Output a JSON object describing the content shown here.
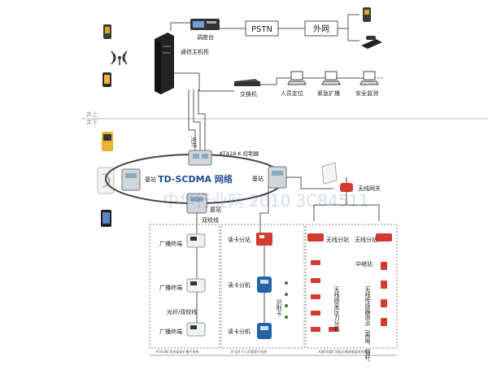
{
  "labels": {
    "dispatch_console": "调度台",
    "pstn": "PSTN",
    "external_net": "外网",
    "comm_cabinet": "通信主机柜",
    "switch": "交换机",
    "personnel_positioning": "人员定位",
    "emergency_broadcast": "紧急扩播",
    "safety_monitoring": "安全监测",
    "aboveground": "井上",
    "underground": "井下",
    "fiber": "光纤",
    "controller": "KT418-K 控制器",
    "network": "TD-SCDMA 网络",
    "base_station_left": "基站",
    "base_station_right": "基站",
    "base_station_bottom": "基站",
    "twisted_pair": "双绞线",
    "wireless_gateway": "无线网关",
    "broadcast_terminal_1": "广播终端",
    "broadcast_terminal_2": "广播终端",
    "broadcast_terminal_3": "广播终端",
    "fiber_twisted": "光纤/双绞线",
    "card_reader_substation": "读卡分站",
    "card_reader_1": "读卡分机",
    "card_reader_2": "读卡分机",
    "identification_card": "识别卡",
    "wireless_sub_1": "无线分站",
    "wireless_sub_2": "无线分站",
    "relay_station": "中继站",
    "wireless_pressure_sensor": "无线综采压力分机",
    "wireless_sensor_points": "无线传感器测点（离层、锚杆、钻孔）",
    "caption_1": "KT419矿用多媒体扩播子系统",
    "caption_2": "矿用井下人员管理子系统",
    "caption_3": "KJ803煤矿顶板无线网络监测系统"
  },
  "watermark": "中华行业网 2010 3C84511",
  "colors": {
    "line": "#555555",
    "dashed_box": "#888888",
    "sensor_red": "#d23b2f",
    "reader_blue": "#2563a8",
    "ellipse": "#444444"
  }
}
